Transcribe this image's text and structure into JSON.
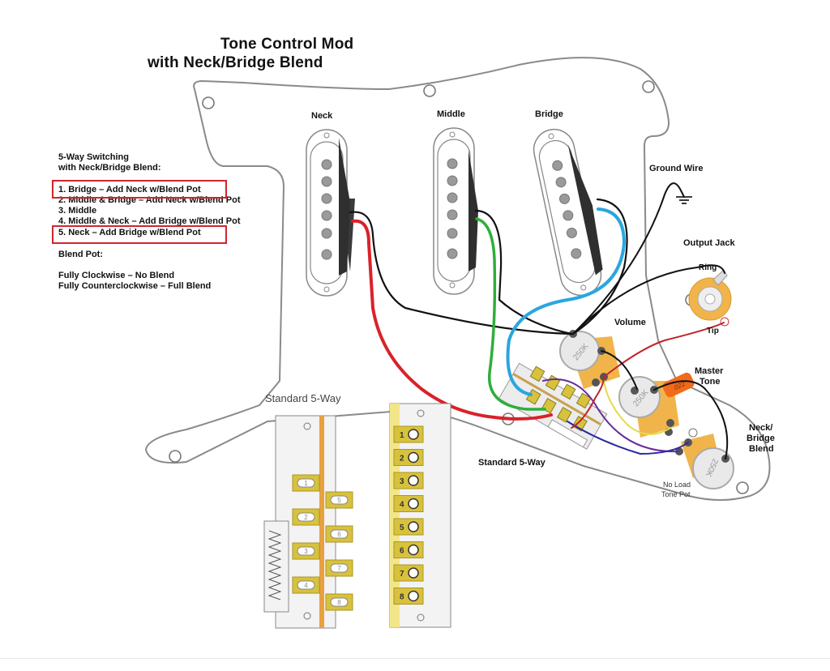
{
  "title": {
    "line1": "Tone Control Mod",
    "line2": "with Neck/Bridge Blend"
  },
  "legend": {
    "heading1": "5-Way Switching",
    "heading2": "with Neck/Bridge Blend:",
    "positions": [
      {
        "text": "1. Bridge – Add Neck w/Blend Pot",
        "highlighted": true
      },
      {
        "text": "2. Middle & Bridge – Add Neck w/Blend Pot",
        "highlighted": false
      },
      {
        "text": "3. Middle",
        "highlighted": false
      },
      {
        "text": "4. Middle & Neck – Add Bridge w/Blend Pot",
        "highlighted": false
      },
      {
        "text": "5. Neck – Add Bridge w/Blend Pot",
        "highlighted": true
      }
    ],
    "blend_heading": "Blend Pot:",
    "blend_cw": "Fully Clockwise – No Blend",
    "blend_ccw": "Fully Counterclockwise – Full Blend"
  },
  "pickups": {
    "neck": "Neck",
    "middle": "Middle",
    "bridge": "Bridge"
  },
  "labels": {
    "ground_wire": "Ground Wire",
    "output_jack": "Output Jack",
    "ring": "Ring",
    "tip": "Tip",
    "volume": "Volume",
    "master_tone_1": "Master",
    "master_tone_2": "Tone",
    "blend_1": "Neck/",
    "blend_2": "Bridge",
    "blend_3": "Blend",
    "no_load_1": "No Load",
    "no_load_2": "Tone Pot",
    "switch_label": "Standard 5-Way",
    "switch_detail_title": "Standard 5-Way"
  },
  "pots": {
    "volume_value": "250K",
    "tone_value": "250K",
    "blend_value": "250K"
  },
  "capacitor": {
    "value": ".022"
  },
  "switch_lugs_left": [
    "1",
    "2",
    "3",
    "4"
  ],
  "switch_lugs_right": [
    "5",
    "6",
    "7",
    "8"
  ],
  "switch_lugs_column": [
    "1",
    "2",
    "3",
    "4",
    "5",
    "6",
    "7",
    "8"
  ],
  "colors": {
    "highlight_box": "#d0262c",
    "wire_black": "#111111",
    "wire_red": "#d9222a",
    "wire_green": "#2fae3a",
    "wire_yellow": "#e8d84a",
    "wire_blue": "#2aa6e0",
    "wire_purple": "#6a2c9a",
    "wire_navy": "#2a2aa0",
    "pot_body": "#f0b44a",
    "lug_gold": "#d8c23c",
    "cap_orange": "#f06b1c"
  }
}
